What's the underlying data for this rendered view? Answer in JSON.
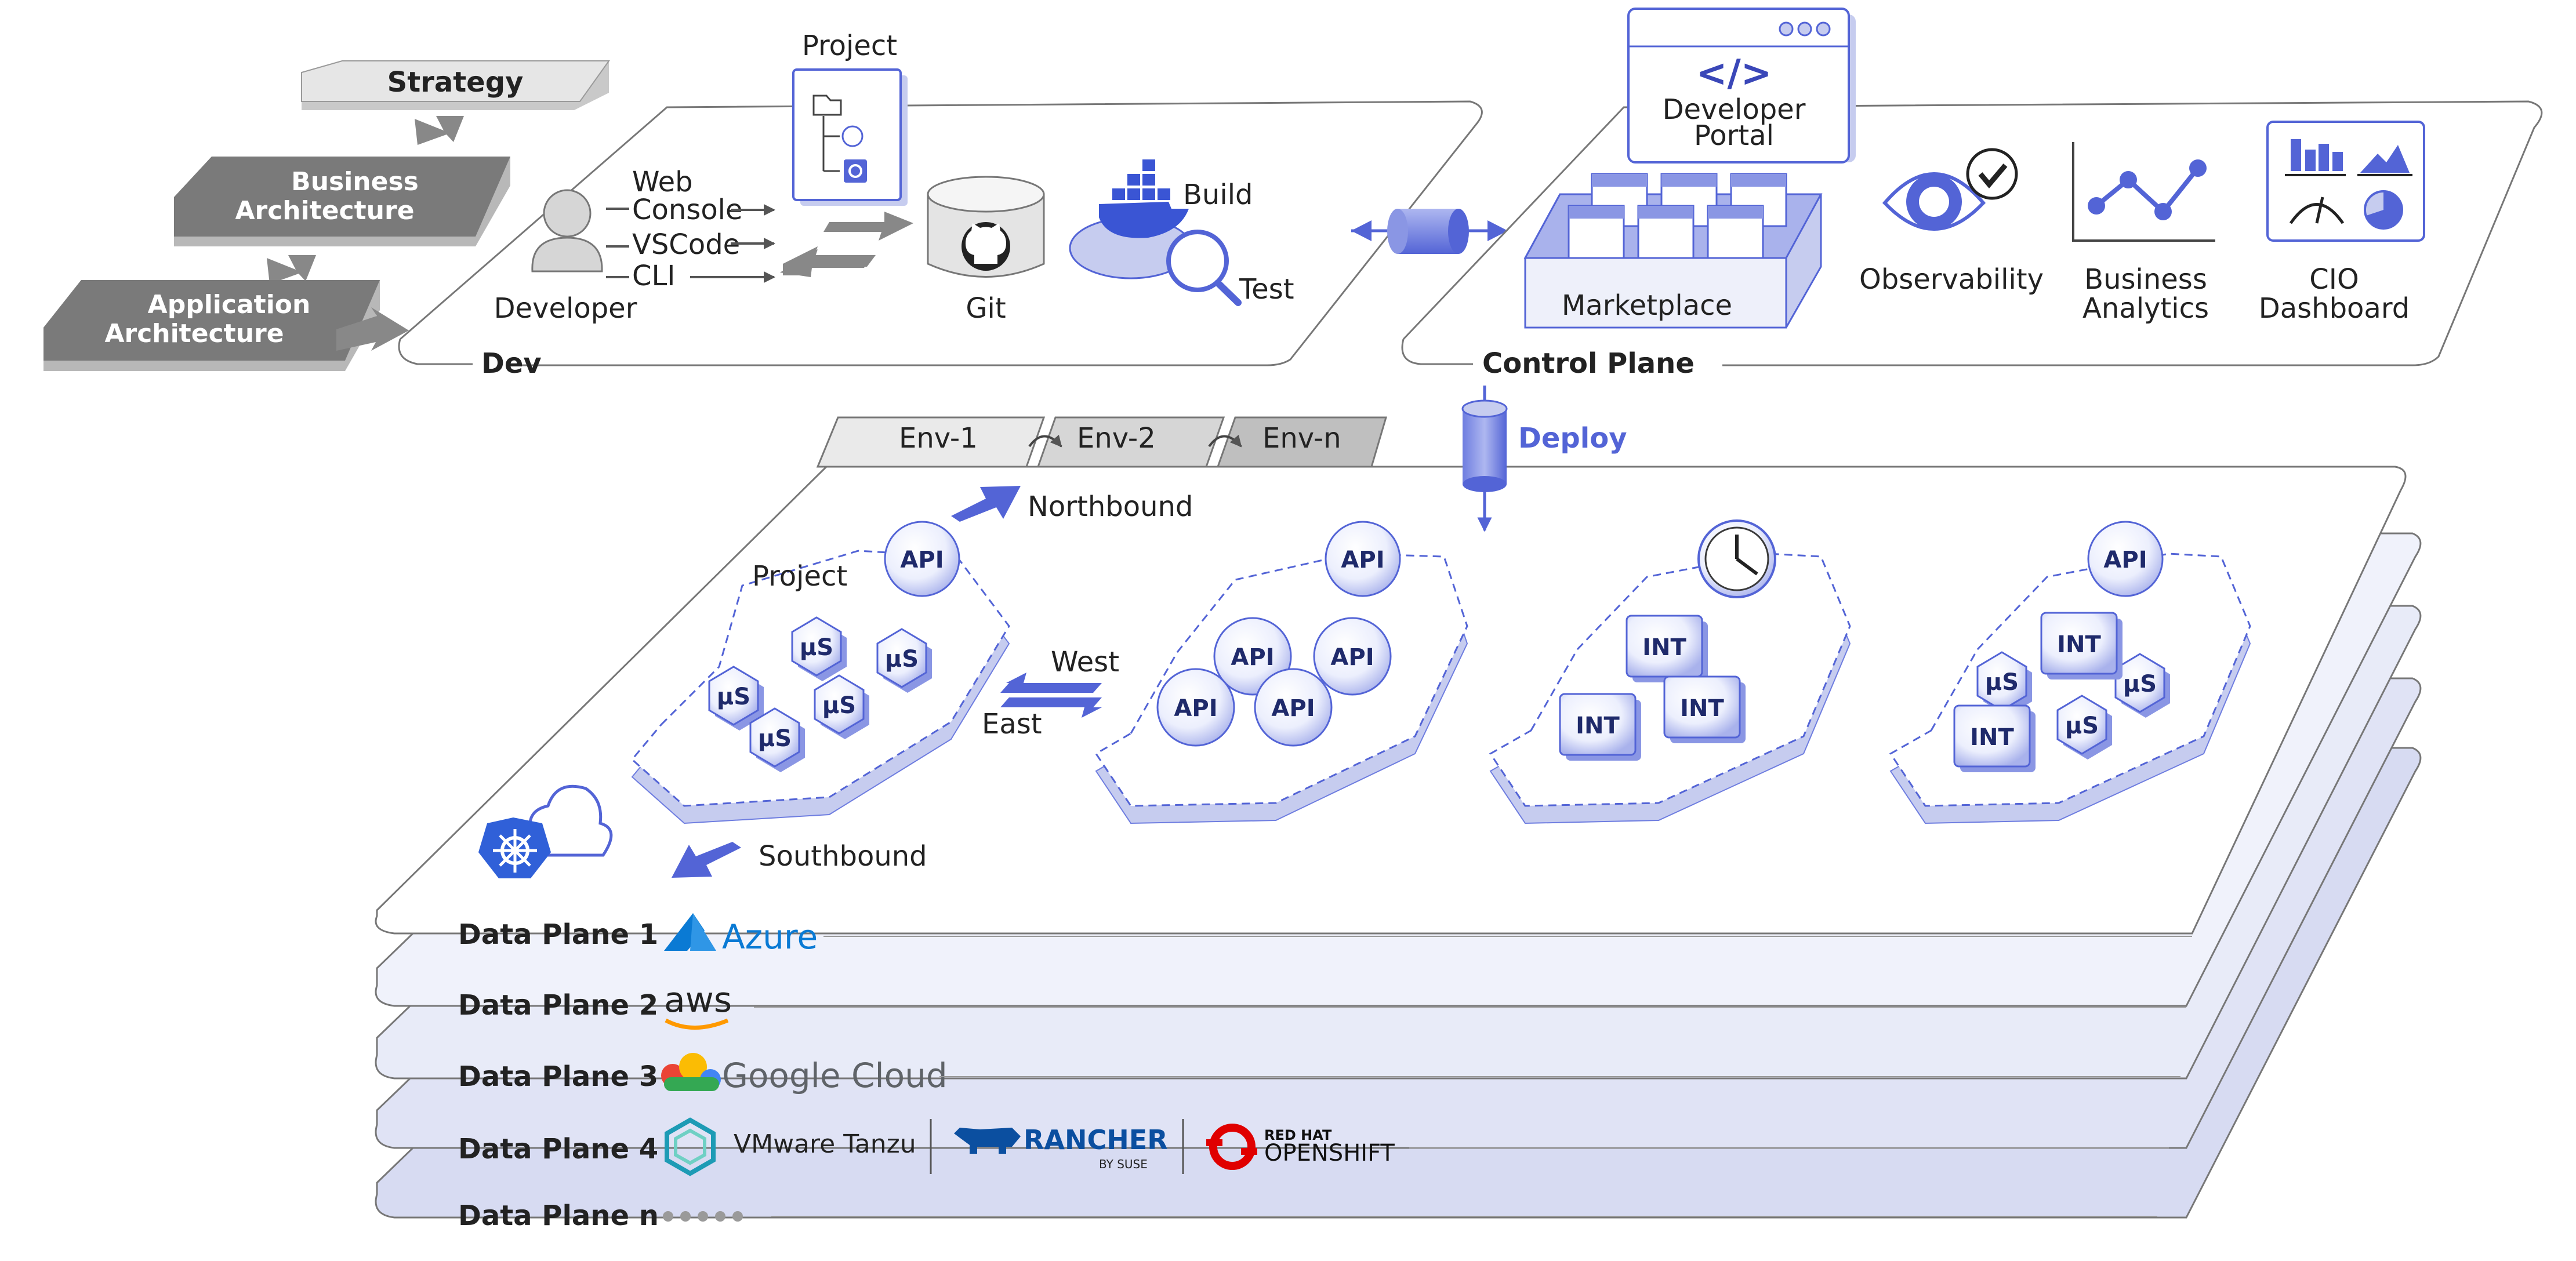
{
  "dev": {
    "plane_label": "Dev",
    "strategy": "Strategy",
    "business_architecture": [
      "Business",
      "Architecture"
    ],
    "application_architecture": [
      "Application",
      "Architecture"
    ],
    "project": "Project",
    "developer": "Developer",
    "tools": [
      [
        "Web",
        "Console"
      ],
      [
        "VSCode"
      ],
      [
        "CLI"
      ]
    ],
    "git": "Git",
    "build": "Build",
    "test": "Test"
  },
  "control_plane": {
    "label": "Control Plane",
    "developer_portal": [
      "Developer",
      "Portal"
    ],
    "portal_code_glyph": "</>",
    "marketplace": "Marketplace",
    "observability": "Observability",
    "business_analytics": [
      "Business",
      "Analytics"
    ],
    "cio_dashboard": [
      "CIO",
      "Dashboard"
    ],
    "deploy": "Deploy"
  },
  "environments": [
    "Env-1",
    "Env-2",
    "Env-n"
  ],
  "traffic": {
    "northbound": "Northbound",
    "southbound": "Southbound",
    "west": "West",
    "east": "East",
    "project": "Project"
  },
  "clusters": {
    "api": "API",
    "microservice": "μS",
    "integration": "INT"
  },
  "data_planes": [
    {
      "label": "Data Plane 1",
      "providers": [
        "Azure"
      ]
    },
    {
      "label": "Data Plane 2",
      "providers": [
        "aws"
      ]
    },
    {
      "label": "Data Plane 3",
      "providers": [
        "Google Cloud"
      ]
    },
    {
      "label": "Data Plane 4",
      "providers": [
        "VMware Tanzu",
        "RANCHER",
        "BY SUSE",
        "RED HAT",
        "OPENSHIFT"
      ]
    },
    {
      "label": "Data Plane n",
      "providers": []
    }
  ],
  "colors": {
    "accent_blue": "#5364d6",
    "plane_fill_light": "#eef0fa",
    "gray_block": "#7a7a7a"
  }
}
